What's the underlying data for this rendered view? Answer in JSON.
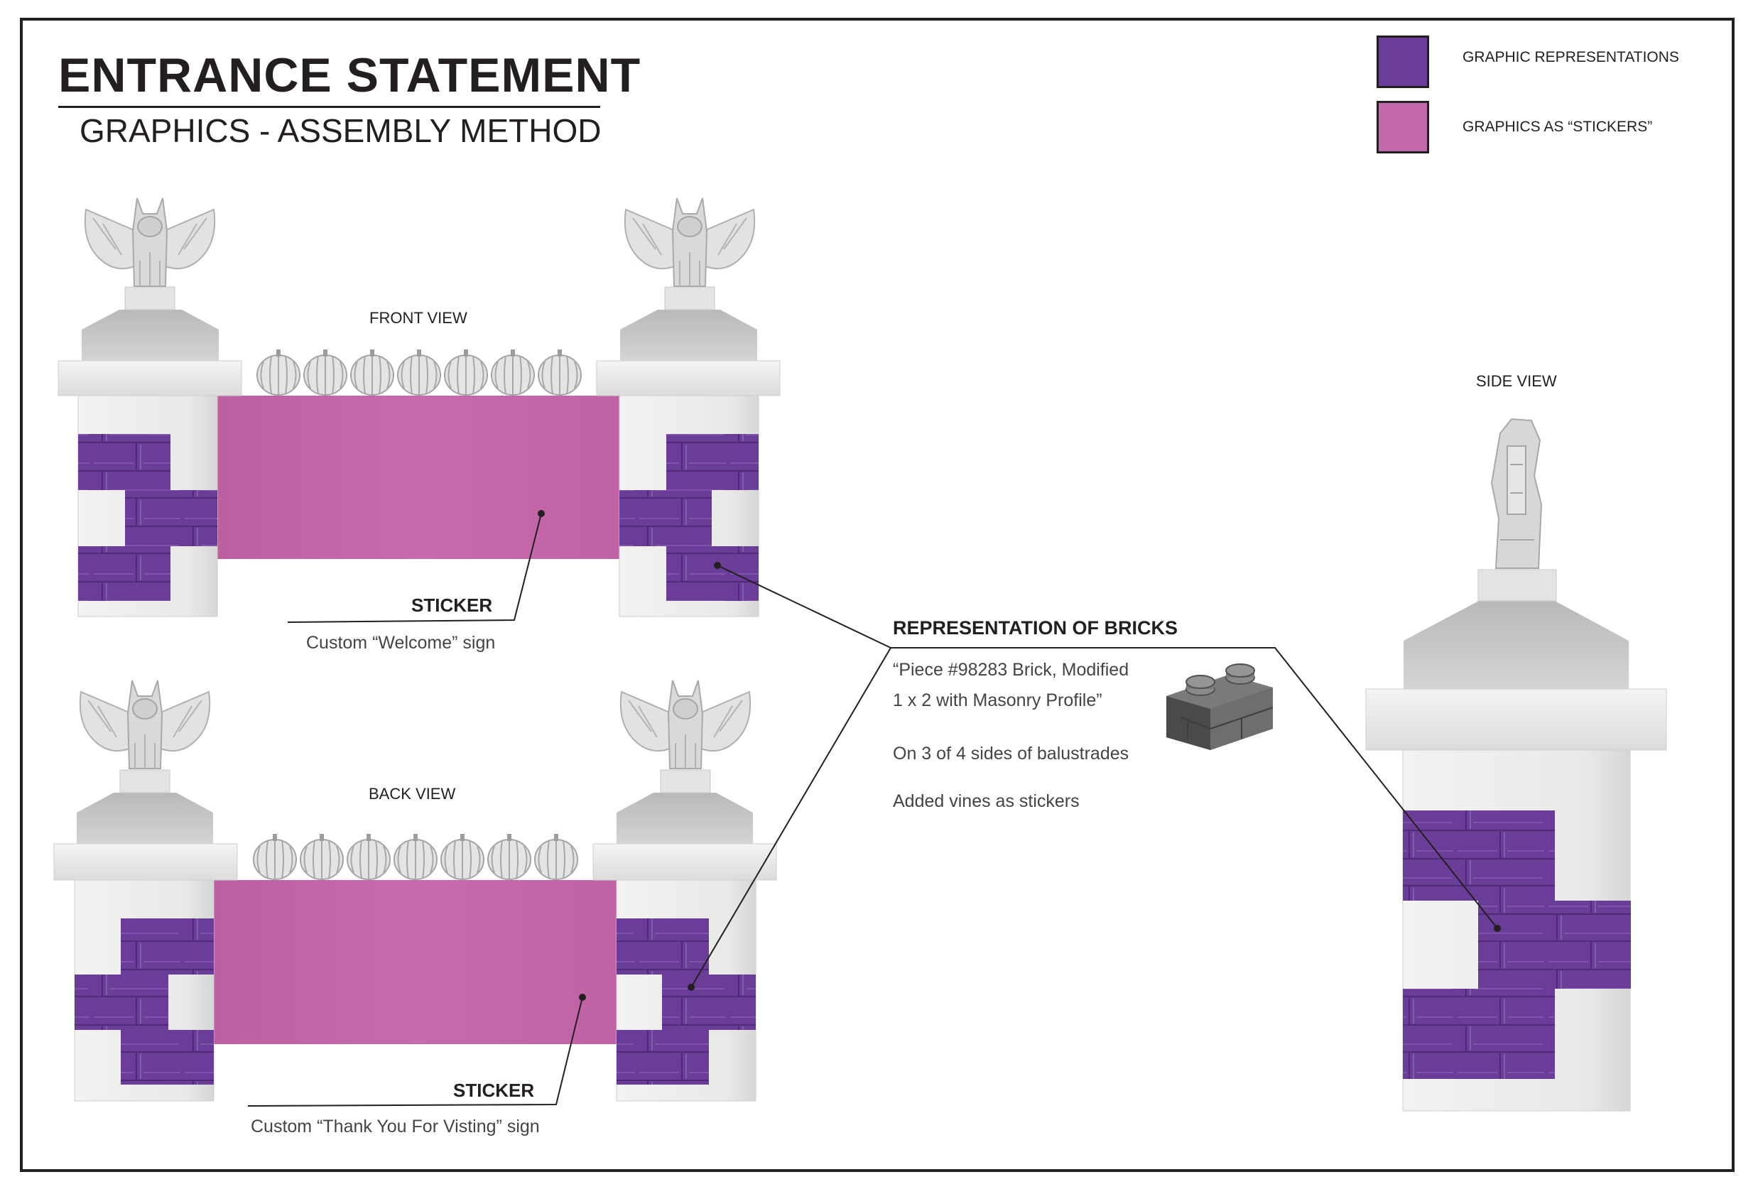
{
  "header": {
    "title": "ENTRANCE STATEMENT",
    "subtitle": "GRAPHICS - ASSEMBLY METHOD"
  },
  "legend": [
    {
      "label": "GRAPHIC REPRESENTATIONS",
      "color": "#6a3d98"
    },
    {
      "label": "GRAPHICS AS “STICKERS”",
      "color": "#c368a8"
    }
  ],
  "front_view": {
    "label": "FRONT VIEW",
    "sticker_title": "STICKER",
    "sticker_caption": "Custom “Welcome” sign"
  },
  "back_view": {
    "label": "BACK VIEW",
    "sticker_title": "STICKER",
    "sticker_caption": "Custom “Thank You For Visting” sign"
  },
  "side_view": {
    "label": "SIDE VIEW"
  },
  "representation": {
    "title": "REPRESENTATION OF BRICKS",
    "line1": "“Piece #98283 Brick, Modified",
    "line2": "1 x 2 with Masonry Profile”",
    "line3": "On 3 of 4 sides of balustrades",
    "line4": "Added vines as stickers"
  },
  "colors": {
    "brick_purple": "#6a3d98",
    "sticker_pink": "#c368a8",
    "pillar_light": "#ededec",
    "frame": "#231f20"
  },
  "icons": {
    "gargoyle": "bat-gargoyle-icon",
    "pumpkin": "pumpkin-icon",
    "brick": "lego-masonry-brick-icon"
  }
}
